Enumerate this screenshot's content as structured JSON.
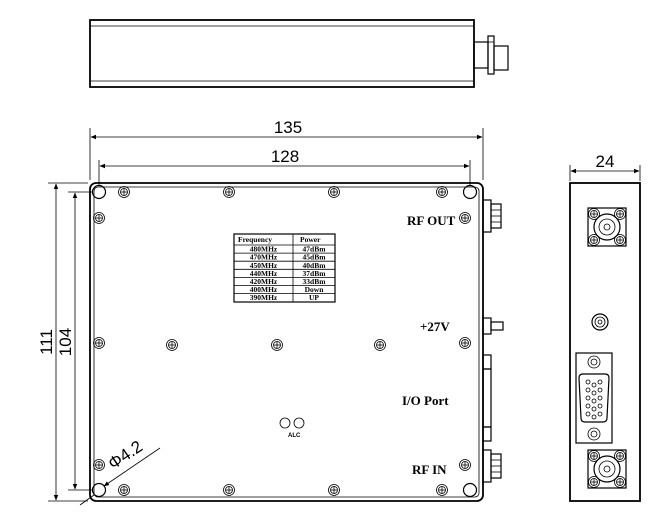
{
  "dimensions": {
    "width_overall": "135",
    "width_holes": "128",
    "height_overall": "111",
    "height_holes": "104",
    "depth": "24",
    "hole_diameter": "Φ4.2"
  },
  "labels": {
    "rf_out": "RF OUT",
    "power": "+27V",
    "io_port": "I/O Port",
    "rf_in": "RF IN",
    "alc": "ALC"
  },
  "power_table": {
    "headers": [
      "Frequency",
      "Power"
    ],
    "rows": [
      [
        "480MHz",
        "47dBm"
      ],
      [
        "470MHz",
        "45dBm"
      ],
      [
        "450MHz",
        "40dBm"
      ],
      [
        "440MHz",
        "37dBm"
      ],
      [
        "420MHz",
        "33dBm"
      ],
      [
        "400MHz",
        "Down"
      ],
      [
        "390MHz",
        "UP"
      ]
    ]
  }
}
